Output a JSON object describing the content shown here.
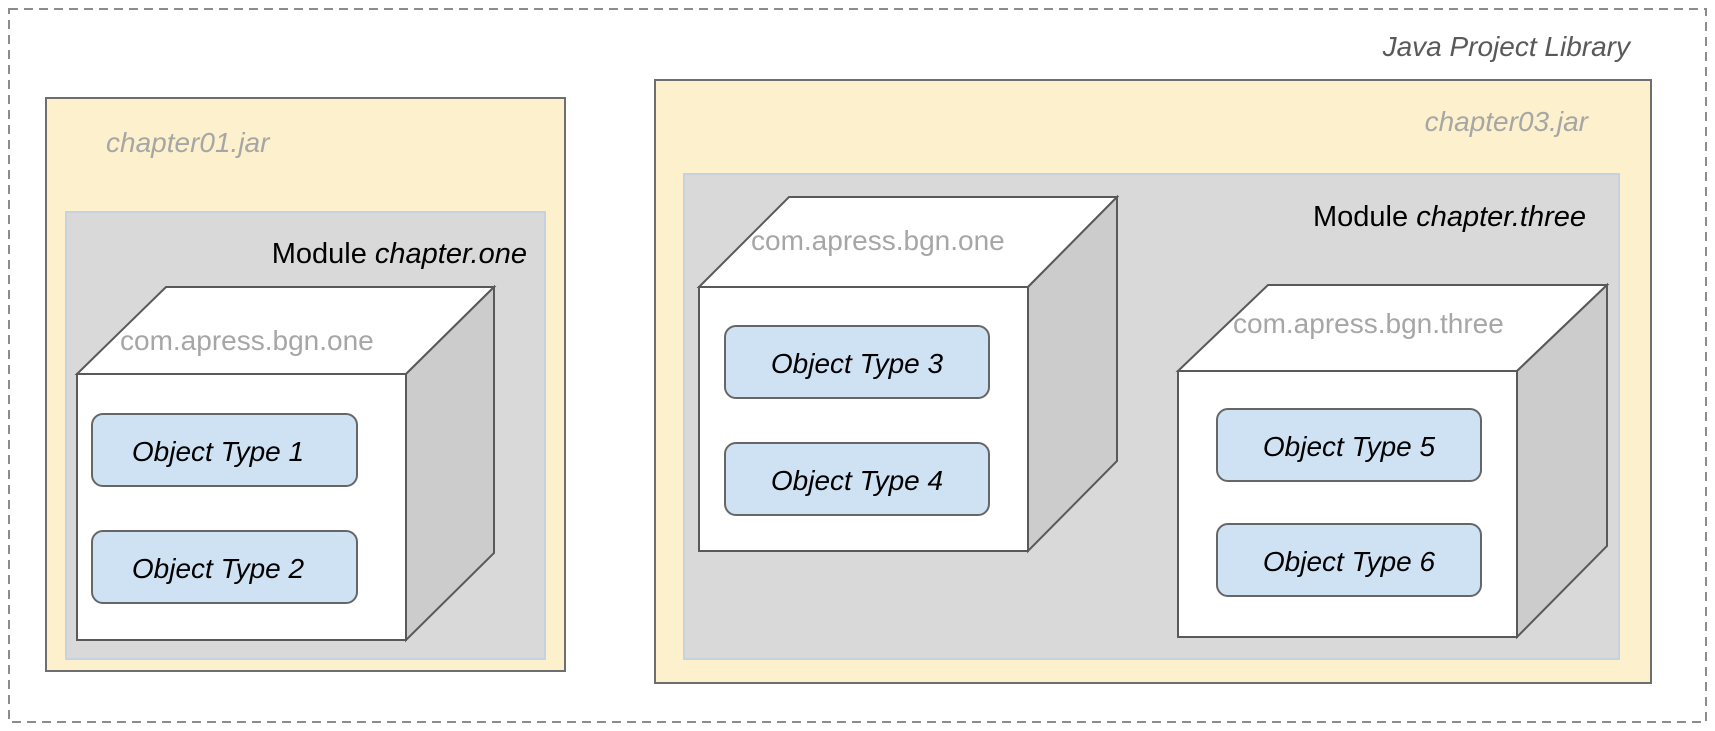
{
  "library": {
    "title": "Java Project Library"
  },
  "jars": [
    {
      "name": "chapter01.jar",
      "module": {
        "prefix": "Module",
        "name": "chapter.one",
        "packages": [
          {
            "name": "com.apress.bgn.one",
            "types": [
              "Object Type 1",
              "Object Type 2"
            ]
          }
        ]
      }
    },
    {
      "name": "chapter03.jar",
      "module": {
        "prefix": "Module",
        "name": "chapter.three",
        "packages": [
          {
            "name": "com.apress.bgn.one",
            "types": [
              "Object Type 3",
              "Object Type 4"
            ]
          },
          {
            "name": "com.apress.bgn.three",
            "types": [
              "Object Type 5",
              "Object Type 6"
            ]
          }
        ]
      }
    }
  ],
  "colors": {
    "library_border": "#8c8c8c",
    "jar_fill": "#fdf0cc",
    "jar_border": "#6e6e6e",
    "module_fill": "#d9d9d9",
    "module_border": "#c5d3e0",
    "package_front": "#ffffff",
    "package_side": "#cccccc",
    "package_edge": "#595959",
    "type_fill": "#cfe2f3",
    "type_border": "#666666",
    "faded_text": "#a6a6a6",
    "text": "#000000"
  }
}
